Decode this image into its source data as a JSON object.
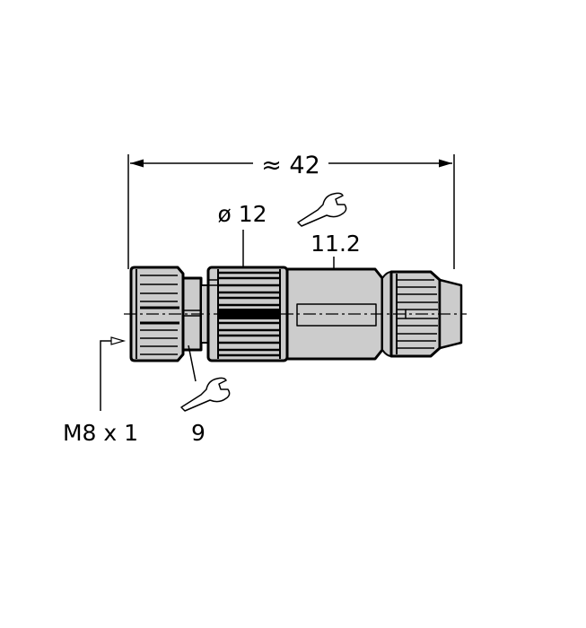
{
  "drawing": {
    "type": "technical-dimension-drawing",
    "subject": "M8 female connector (straight)",
    "colors": {
      "background": "#ffffff",
      "body_fill": "#cccccc",
      "outline": "#000000"
    },
    "dimensions": {
      "overall_length": {
        "label": "≈ 42",
        "symbol": "≈",
        "value": "42"
      },
      "knurl_diameter": {
        "label": "ø 12",
        "symbol": "ø",
        "value": "12"
      },
      "wrench_size_body": {
        "label": "11.2",
        "icon": "wrench-icon"
      },
      "wrench_size_nut": {
        "label": "9",
        "icon": "wrench-icon"
      },
      "thread": {
        "label": "M8 x 1"
      }
    }
  }
}
